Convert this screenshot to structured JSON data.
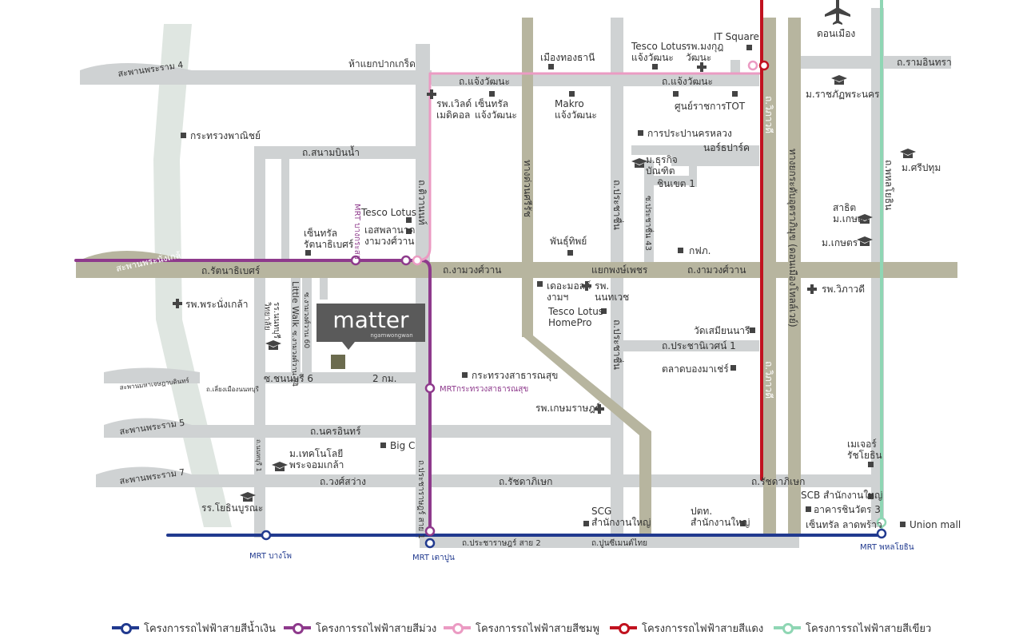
{
  "colors": {
    "road": "#cfd2d3",
    "road_major": "#b7b59f",
    "road_green": "#dfe6e1",
    "blue": "#213a8f",
    "purple": "#8e3a8c",
    "pink": "#eb9bc3",
    "red": "#c1121f",
    "green": "#8fd6b4",
    "matter_box": "#5a5a5a",
    "matter_square": "#6b6b4e",
    "text": "#333333",
    "marker": "#444444"
  },
  "brand": {
    "title": "matter",
    "subtitle": "ngamwongwan"
  },
  "roads": [
    {
      "name": "สะพานพระราม 4"
    },
    {
      "name": "ถ.แจ้งวัฒนะ"
    },
    {
      "name": "ถ.แจ้งวัฒนะ"
    },
    {
      "name": "ถ.รามอินทรา"
    },
    {
      "name": "ถ.สนามบินน้ำ"
    },
    {
      "name": "ถ.ติวานนท์"
    },
    {
      "name": "ถ.งามวงศ์วาน"
    },
    {
      "name": "ถ.งามวงศ์วาน"
    },
    {
      "name": "แยกพงษ์เพชร"
    },
    {
      "name": "ถ.รัตนาธิเบศร์"
    },
    {
      "name": "สะพานพระนั่งเกล้า"
    },
    {
      "name": "Little Walk"
    },
    {
      "name": "ซ.ชนนบุรี 6"
    },
    {
      "name": "2 กม."
    },
    {
      "name": "สะพานมหาเจษฎาบดินทร์"
    },
    {
      "name": "ถ.เลี่ยงเมืองนนทบุรี"
    },
    {
      "name": "สะพานพระราม 5"
    },
    {
      "name": "ถ.นครอินทร์"
    },
    {
      "name": "สะพานพระราม 7"
    },
    {
      "name": "ถ.วงศ์สว่าง"
    },
    {
      "name": "ถ.รัชดาภิเษก"
    },
    {
      "name": "ถ.รัชดาภิเษก"
    },
    {
      "name": "ถ.ประชาราษฎร์ สาย 2"
    },
    {
      "name": "ถ.ปูนซีเมนต์ไทย"
    },
    {
      "name": "ทางด่วนศรีรัช"
    },
    {
      "name": "ถ.ประชาชื่น"
    },
    {
      "name": "ถ.ประชาชื่น"
    },
    {
      "name": "ถ.วิภาวดี"
    },
    {
      "name": "ถ.วิภาวดี"
    },
    {
      "name": "ทางยกระดับอุตราภิมุข (ดอนเมืองโทลล์เวย์)"
    },
    {
      "name": "ถ.พหลโยธิน"
    },
    {
      "name": "ถ.ประชานิเวศน์ 1"
    },
    {
      "name": "ซ.ประชาชื่น 43"
    },
    {
      "name": "ชินเขต 1"
    },
    {
      "name": "ห้าแยกปากเกร็ด"
    },
    {
      "name": "ถ.ประชาราษฎร์ สาย 1"
    },
    {
      "name": "ถ.นนทบุรี 1"
    },
    {
      "name": "ซ.งามวงศ์วาน 60"
    },
    {
      "name": "ซ.งามวงศ์วาน 54"
    }
  ],
  "places": [
    {
      "name": "กระทรวงพาณิชย์"
    },
    {
      "name": "เมืองทองธานี"
    },
    {
      "name": "Tesco Lotus\nแจ้งวัฒนะ"
    },
    {
      "name": "รพ.มงกุฎ\nวัฒนะ"
    },
    {
      "name": "IT Square"
    },
    {
      "name": "ดอนเมือง"
    },
    {
      "name": "รพ.เวิลด์\nเมดิคอล"
    },
    {
      "name": "เซ็นทรัล\nแจ้งวัฒนะ"
    },
    {
      "name": "Makro\nแจ้งวัฒนะ"
    },
    {
      "name": "ศูนย์ราชการ"
    },
    {
      "name": "TOT"
    },
    {
      "name": "ม.ราชภัฏพระนคร"
    },
    {
      "name": "การประปานครหลวง"
    },
    {
      "name": "นอร์ธปาร์ค"
    },
    {
      "name": "ม.ธุรกิจ\nบัณฑิต"
    },
    {
      "name": "ม.ศรีปทุม"
    },
    {
      "name": "Tesco Lotus"
    },
    {
      "name": "เอสพลานาด\nงามวงศ์วาน"
    },
    {
      "name": "เซ็นทรัล\nรัตนาธิเบศร์"
    },
    {
      "name": "พันธุ์ทิพย์"
    },
    {
      "name": "กฟภ."
    },
    {
      "name": "สาธิต\nม.เกษตร"
    },
    {
      "name": "ม.เกษตร"
    },
    {
      "name": "รพ.พระนั่งเกล้า"
    },
    {
      "name": "รร.นนทบุรี\nวิทยาลัย"
    },
    {
      "name": "เดอะมอลล์\nงามฯ"
    },
    {
      "name": "รพ.\nนนทเวช"
    },
    {
      "name": "Tesco Lotus\nHomePro"
    },
    {
      "name": "รพ.วิภาวดี"
    },
    {
      "name": "วัดเสมียนนารี"
    },
    {
      "name": "ตลาดบองมาเช่ร์"
    },
    {
      "name": "กระทรวงสาธารณสุข"
    },
    {
      "name": "รพ.เกษมราษฎร์"
    },
    {
      "name": "Big C"
    },
    {
      "name": "ม.เทคโนโลยี\nพระจอมเกล้า"
    },
    {
      "name": "รร.โยธินบูรณะ"
    },
    {
      "name": "เมเจอร์\nรัชโยธิน"
    },
    {
      "name": "SCB สำนักงานใหญ่"
    },
    {
      "name": "อาคารชินวัตร 3"
    },
    {
      "name": "เซ็นทรัล ลาดพร้าว"
    },
    {
      "name": "Union mall"
    },
    {
      "name": "SCG\nสำนักงานใหญ่"
    },
    {
      "name": "ปตท.\nสำนักงานใหญ่"
    }
  ],
  "stations": [
    {
      "name": "MRT บางกระสอ"
    },
    {
      "name": "MRTกระทรวงสาธารณสุข"
    },
    {
      "name": "MRT บางโพ"
    },
    {
      "name": "MRT เตาปูน"
    },
    {
      "name": "MRT พหลโยธิน"
    }
  ],
  "legend": [
    {
      "label": "โครงการรถไฟฟ้าสายสีน้ำเงิน",
      "color": "#213a8f"
    },
    {
      "label": "โครงการรถไฟฟ้าสายสีม่วง",
      "color": "#8e3a8c"
    },
    {
      "label": "โครงการรถไฟฟ้าสายสีชมพู",
      "color": "#eb9bc3"
    },
    {
      "label": "โครงการรถไฟฟ้าสายสีแดง",
      "color": "#c1121f"
    },
    {
      "label": "โครงการรถไฟฟ้าสายสีเขียว",
      "color": "#8fd6b4"
    }
  ]
}
